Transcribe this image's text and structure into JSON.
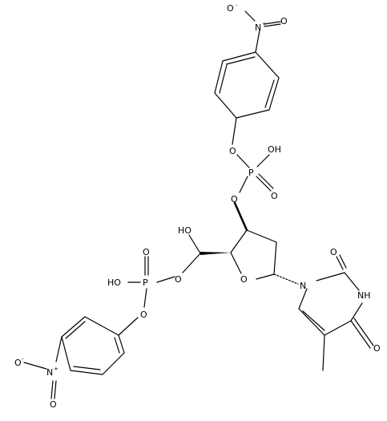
{
  "molecule": {
    "atoms": {
      "nitro_top_o_left": "O",
      "nitro_top_n": "N",
      "nitro_top_plus": "+",
      "nitro_top_o_right": "O",
      "nitro_top_minus": "-",
      "phosphate_top_o_aryl": "O",
      "phosphate_top_p": "P",
      "phosphate_top_oh": "OH",
      "phosphate_top_o_double": "O",
      "phosphate_top_o_sugar": "O",
      "hydroxyl": "HO",
      "phosphate_left_o_double": "O",
      "phosphate_left_oh": "HO",
      "phosphate_left_p": "P",
      "phosphate_left_o_sugar": "O",
      "phosphate_left_o_aryl": "O",
      "ring_o": "O",
      "thymine_n1": "N",
      "thymine_c2_o": "O",
      "thymine_nh": "NH",
      "thymine_c4_o": "O",
      "nitro_bottom_o_left": "O",
      "nitro_bottom_minus": "-",
      "nitro_bottom_n": "N",
      "nitro_bottom_plus": "+",
      "nitro_bottom_o_right": "O"
    }
  }
}
